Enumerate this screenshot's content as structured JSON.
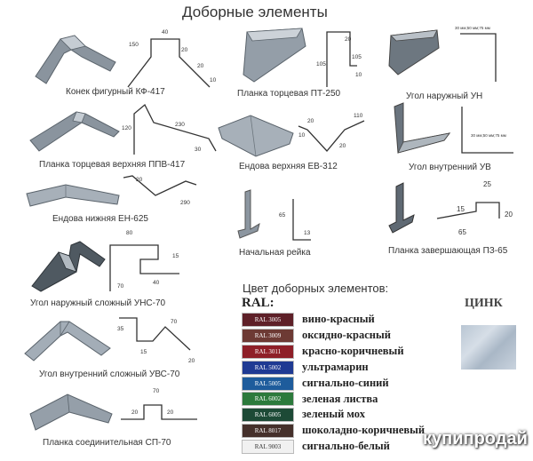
{
  "title": "Доборные элементы",
  "products": [
    {
      "name": "Конек фигурный КФ-417",
      "dims": [
        "150",
        "40",
        "20",
        "20",
        "10"
      ]
    },
    {
      "name": "Планка торцевая ПТ-250",
      "dims": [
        "105",
        "20",
        "105",
        "10"
      ]
    },
    {
      "name": "Угол наружный УН",
      "dims": [
        "30 мм;50 мм;75 мм"
      ]
    },
    {
      "name": "Планка торцевая верхняя ППВ-417",
      "dims": [
        "120",
        "230",
        "30"
      ]
    },
    {
      "name": "Ендова верхняя ЕВ-312",
      "dims": [
        "110",
        "20",
        "10",
        "20"
      ]
    },
    {
      "name": "Угол внутренний УВ",
      "dims": [
        "30 мм;50 мм;75 мм"
      ]
    },
    {
      "name": "Ендова нижняя ЕН-625",
      "dims": [
        "20",
        "290"
      ]
    },
    {
      "name": "Начальная рейка",
      "dims": [
        "65",
        "13"
      ]
    },
    {
      "name": "Планка завершающая ПЗ-65",
      "dims": [
        "25",
        "15",
        "20",
        "65"
      ]
    },
    {
      "name": "Угол наружный сложный УНС-70",
      "dims": [
        "80",
        "15",
        "70",
        "40"
      ]
    },
    {
      "name": "Угол внутренний сложный УВС-70",
      "dims": [
        "70",
        "35",
        "15",
        "20"
      ]
    },
    {
      "name": "Планка соединительная СП-70",
      "dims": [
        "70",
        "20",
        "20"
      ]
    }
  ],
  "colors_title": "Цвет доборных элементов:",
  "ral_heading": "RAL:",
  "ral_colors": [
    {
      "code": "RAL 3005",
      "name": "вино-красный",
      "hex": "#5e2028"
    },
    {
      "code": "RAL 3009",
      "name": "оксидно-красный",
      "hex": "#6d3a34"
    },
    {
      "code": "RAL 3011",
      "name": "красно-коричневый",
      "hex": "#8e1f28"
    },
    {
      "code": "RAL 5002",
      "name": "ультрамарин",
      "hex": "#1f3a93"
    },
    {
      "code": "RAL 5005",
      "name": "сигнально-синий",
      "hex": "#1e5c9c"
    },
    {
      "code": "RAL 6002",
      "name": "зеленая листва",
      "hex": "#2c7a3c"
    },
    {
      "code": "RAL 6005",
      "name": "зеленый мох",
      "hex": "#1d4a36"
    },
    {
      "code": "RAL 8017",
      "name": "шоколадно-коричневый",
      "hex": "#45302b"
    },
    {
      "code": "RAL 9003",
      "name": "сигнально-белый",
      "hex": "#f1f1f1"
    }
  ],
  "zinc_label": "ЦИНК",
  "watermark": "купипродай"
}
